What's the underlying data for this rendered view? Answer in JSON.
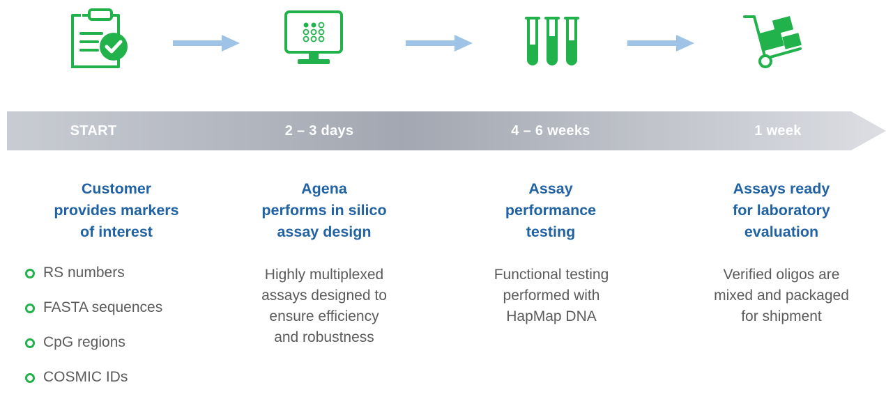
{
  "colors": {
    "green": "#22b24c",
    "title_blue": "#2062a3",
    "arrow_blue": "#9fc3e6",
    "timeline_gray": "#a9acb6",
    "body_text": "#5b5b5b"
  },
  "icons": [
    "clipboard-check-icon",
    "monitor-grid-icon",
    "test-tubes-icon",
    "hand-truck-icon"
  ],
  "timeline": {
    "stages": [
      "START",
      "2 – 3 days",
      "4 – 6 weeks",
      "1 week"
    ]
  },
  "steps": [
    {
      "title_lines": [
        "Customer",
        "provides markers",
        "of interest"
      ]
    },
    {
      "title_lines": [
        "Agena",
        "performs in silico",
        "assay design"
      ],
      "desc_lines": [
        "Highly multiplexed",
        "assays designed to",
        "ensure efficiency",
        "and robustness"
      ]
    },
    {
      "title_lines": [
        "Assay",
        "performance",
        "testing"
      ],
      "desc_lines": [
        "Functional testing",
        "performed with",
        "HapMap DNA"
      ]
    },
    {
      "title_lines": [
        "Assays ready",
        "for laboratory",
        "evaluation"
      ],
      "desc_lines": [
        "Verified oligos are",
        "mixed and packaged",
        "for shipment"
      ]
    }
  ],
  "bullets": [
    "RS numbers",
    "FASTA sequences",
    "CpG regions",
    "COSMIC IDs"
  ]
}
